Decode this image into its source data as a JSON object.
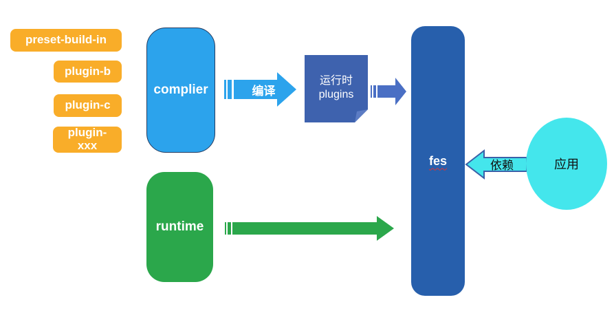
{
  "colors": {
    "orange": "#F9AD29",
    "light-blue": "#2CA3EC",
    "navy-border": "#243A5E",
    "green": "#2BA74B",
    "dark-blue": "#275FAC",
    "note-blue": "#3E62AE",
    "note-fold": "#5C7CC4",
    "mid-blue": "#4A6FC4",
    "cyan": "#44E6EC",
    "cyan-border": "#3A60A8",
    "squiggle-red": "#E03433"
  },
  "plugin_list": {
    "items": [
      "preset-build-in",
      "plugin-b",
      "plugin-c",
      "plugin-xxx"
    ]
  },
  "nodes": {
    "complier": "complier",
    "runtime": "runtime",
    "runtime_plugins_line1": "运行时",
    "runtime_plugins_line2": "plugins",
    "fes": "fes",
    "app": "应用"
  },
  "arrows": {
    "compile": "编译",
    "depend": "依赖"
  }
}
